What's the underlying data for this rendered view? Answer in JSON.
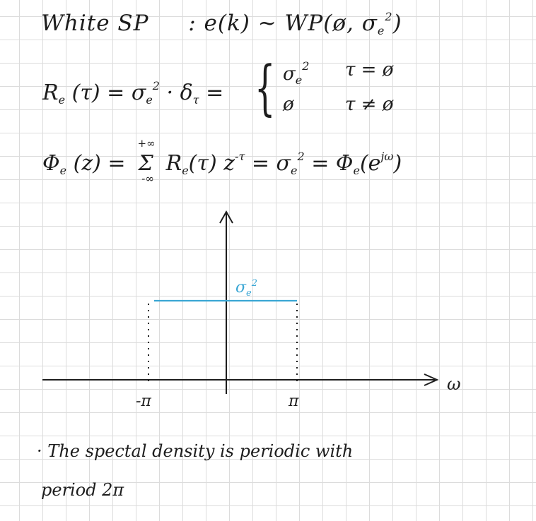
{
  "title": {
    "lhs": "White SP",
    "colon": ":",
    "rhs": "e(k) ~ WP(ø, σ",
    "rhs_sub": "e",
    "rhs_sup": "2",
    "rhs_close": ")"
  },
  "autocorrelation": {
    "lhs": "R",
    "lhs_sub": "e",
    "lhs_arg": "(τ) = σ",
    "sigma_sub": "e",
    "sigma_sup": "2",
    "delta": "· δ",
    "delta_sub": "τ",
    "equals": "=",
    "case1_value": "σ",
    "case1_value_sub": "e",
    "case1_value_sup": "2",
    "case1_condition": "τ = ø",
    "case2_value": "ø",
    "case2_condition": "τ ≠ ø"
  },
  "spectrum": {
    "lhs": "Φ",
    "lhs_sub": "e",
    "lhs_arg": "(z) =",
    "sum_upper": "+∞",
    "sum_lower": "-∞",
    "sum_symbol": "Σ",
    "term": "R",
    "term_sub": "e",
    "term_arg": "(τ) z",
    "term_sup": "-τ",
    "eq2": "= σ",
    "sigma_sub": "e",
    "sigma_sup": "2",
    "eq3": "= Φ",
    "phi_sub": "e",
    "phi_arg": "(e",
    "phi_sup": "jω",
    "phi_close": ")"
  },
  "plot": {
    "level_label": "σ",
    "level_label_sub": "e",
    "level_label_sup": "2",
    "x_axis_label": "ω",
    "left_tick_label": "-π",
    "right_tick_label": "π",
    "line_color": "#3aa6d4"
  },
  "note": {
    "bullet": "·",
    "line1": "The spectal density is periodic with",
    "line2": "period 2π"
  }
}
